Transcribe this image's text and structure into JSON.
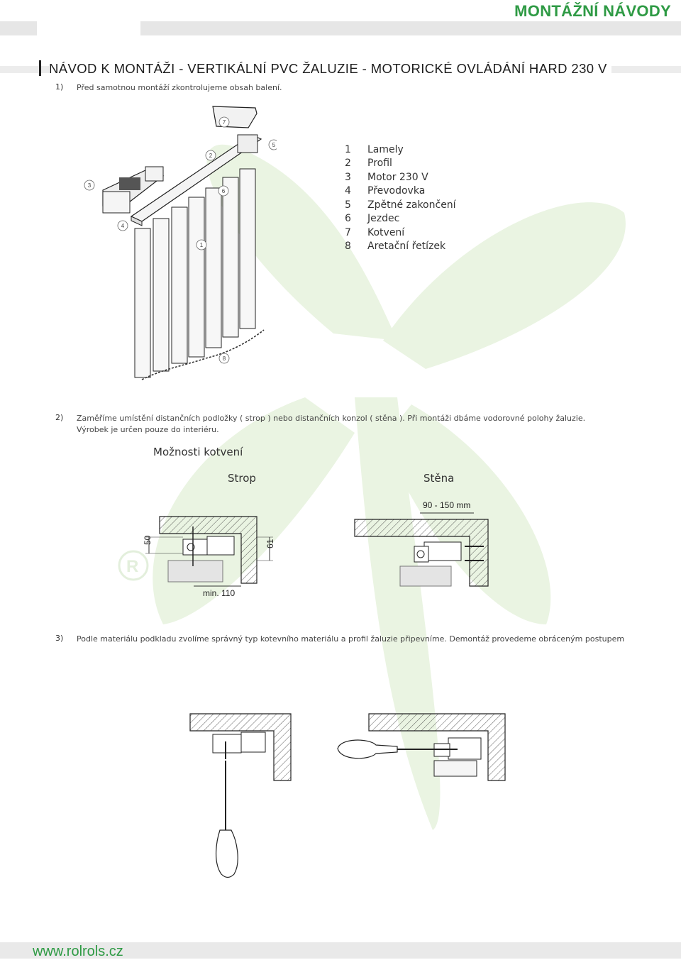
{
  "header": {
    "title": "MONTÁŽNÍ NÁVODY"
  },
  "main_title": "NÁVOD K MONTÁŽI - VERTIKÁLNÍ PVC ŽALUZIE - MOTORICKÉ OVLÁDÁNÍ HARD 230 V",
  "steps": [
    {
      "num": "1)",
      "text": "Před samotnou montáží zkontrolujeme obsah balení."
    },
    {
      "num": "2)",
      "text": "Zaměříme umístění distančních podložky ( strop ) nebo distančních konzol ( stěna ). Při montáži dbáme vodorovné polohy žaluzie.",
      "text2": "Výrobek je určen pouze do interiéru."
    },
    {
      "num": "3)",
      "text": "Podle materiálu podkladu zvolíme správný typ kotevního materiálu a profil žaluzie připevníme. Demontáž provedeme obráceným postupem"
    }
  ],
  "callouts": [
    "7",
    "2",
    "5",
    "3",
    "6",
    "4",
    "1",
    "8"
  ],
  "legend": [
    {
      "num": "1",
      "label": "Lamely"
    },
    {
      "num": "2",
      "label": "Profil"
    },
    {
      "num": "3",
      "label": "Motor 230 V"
    },
    {
      "num": "4",
      "label": "Převodovka"
    },
    {
      "num": "5",
      "label": "Zpětné zakončení"
    },
    {
      "num": "6",
      "label": "Jezdec"
    },
    {
      "num": "7",
      "label": "Kotvení"
    },
    {
      "num": "8",
      "label": "Aretační řetízek"
    }
  ],
  "mounting": {
    "heading": "Možnosti kotvení",
    "ceiling": "Strop",
    "wall": "Stěna",
    "dim_wall": "90 - 150 mm",
    "dim_50": "50",
    "dim_61": "61",
    "dim_min": "min. 110"
  },
  "footer": {
    "url": "www.rolrols.cz"
  },
  "colors": {
    "brand_green": "#2e9a44",
    "watermark_green": "#e7f3df"
  }
}
